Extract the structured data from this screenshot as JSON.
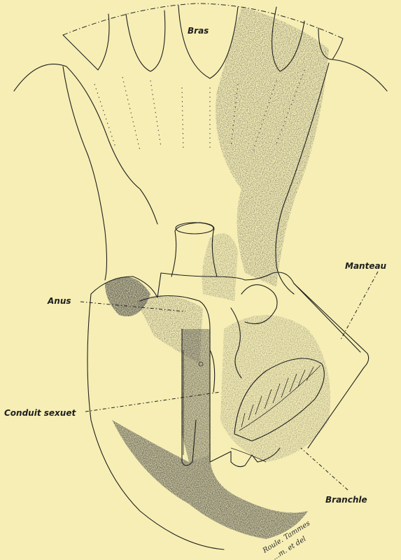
{
  "figure": {
    "labels": {
      "bras": "Bras",
      "manteau": "Manteau",
      "anus": "Anus",
      "conduit_sexuel": "Conduit sexuet",
      "branchie": "Branchle"
    },
    "signature_line1": "Roule. Tammes",
    "signature_line2": "...m. et del"
  }
}
